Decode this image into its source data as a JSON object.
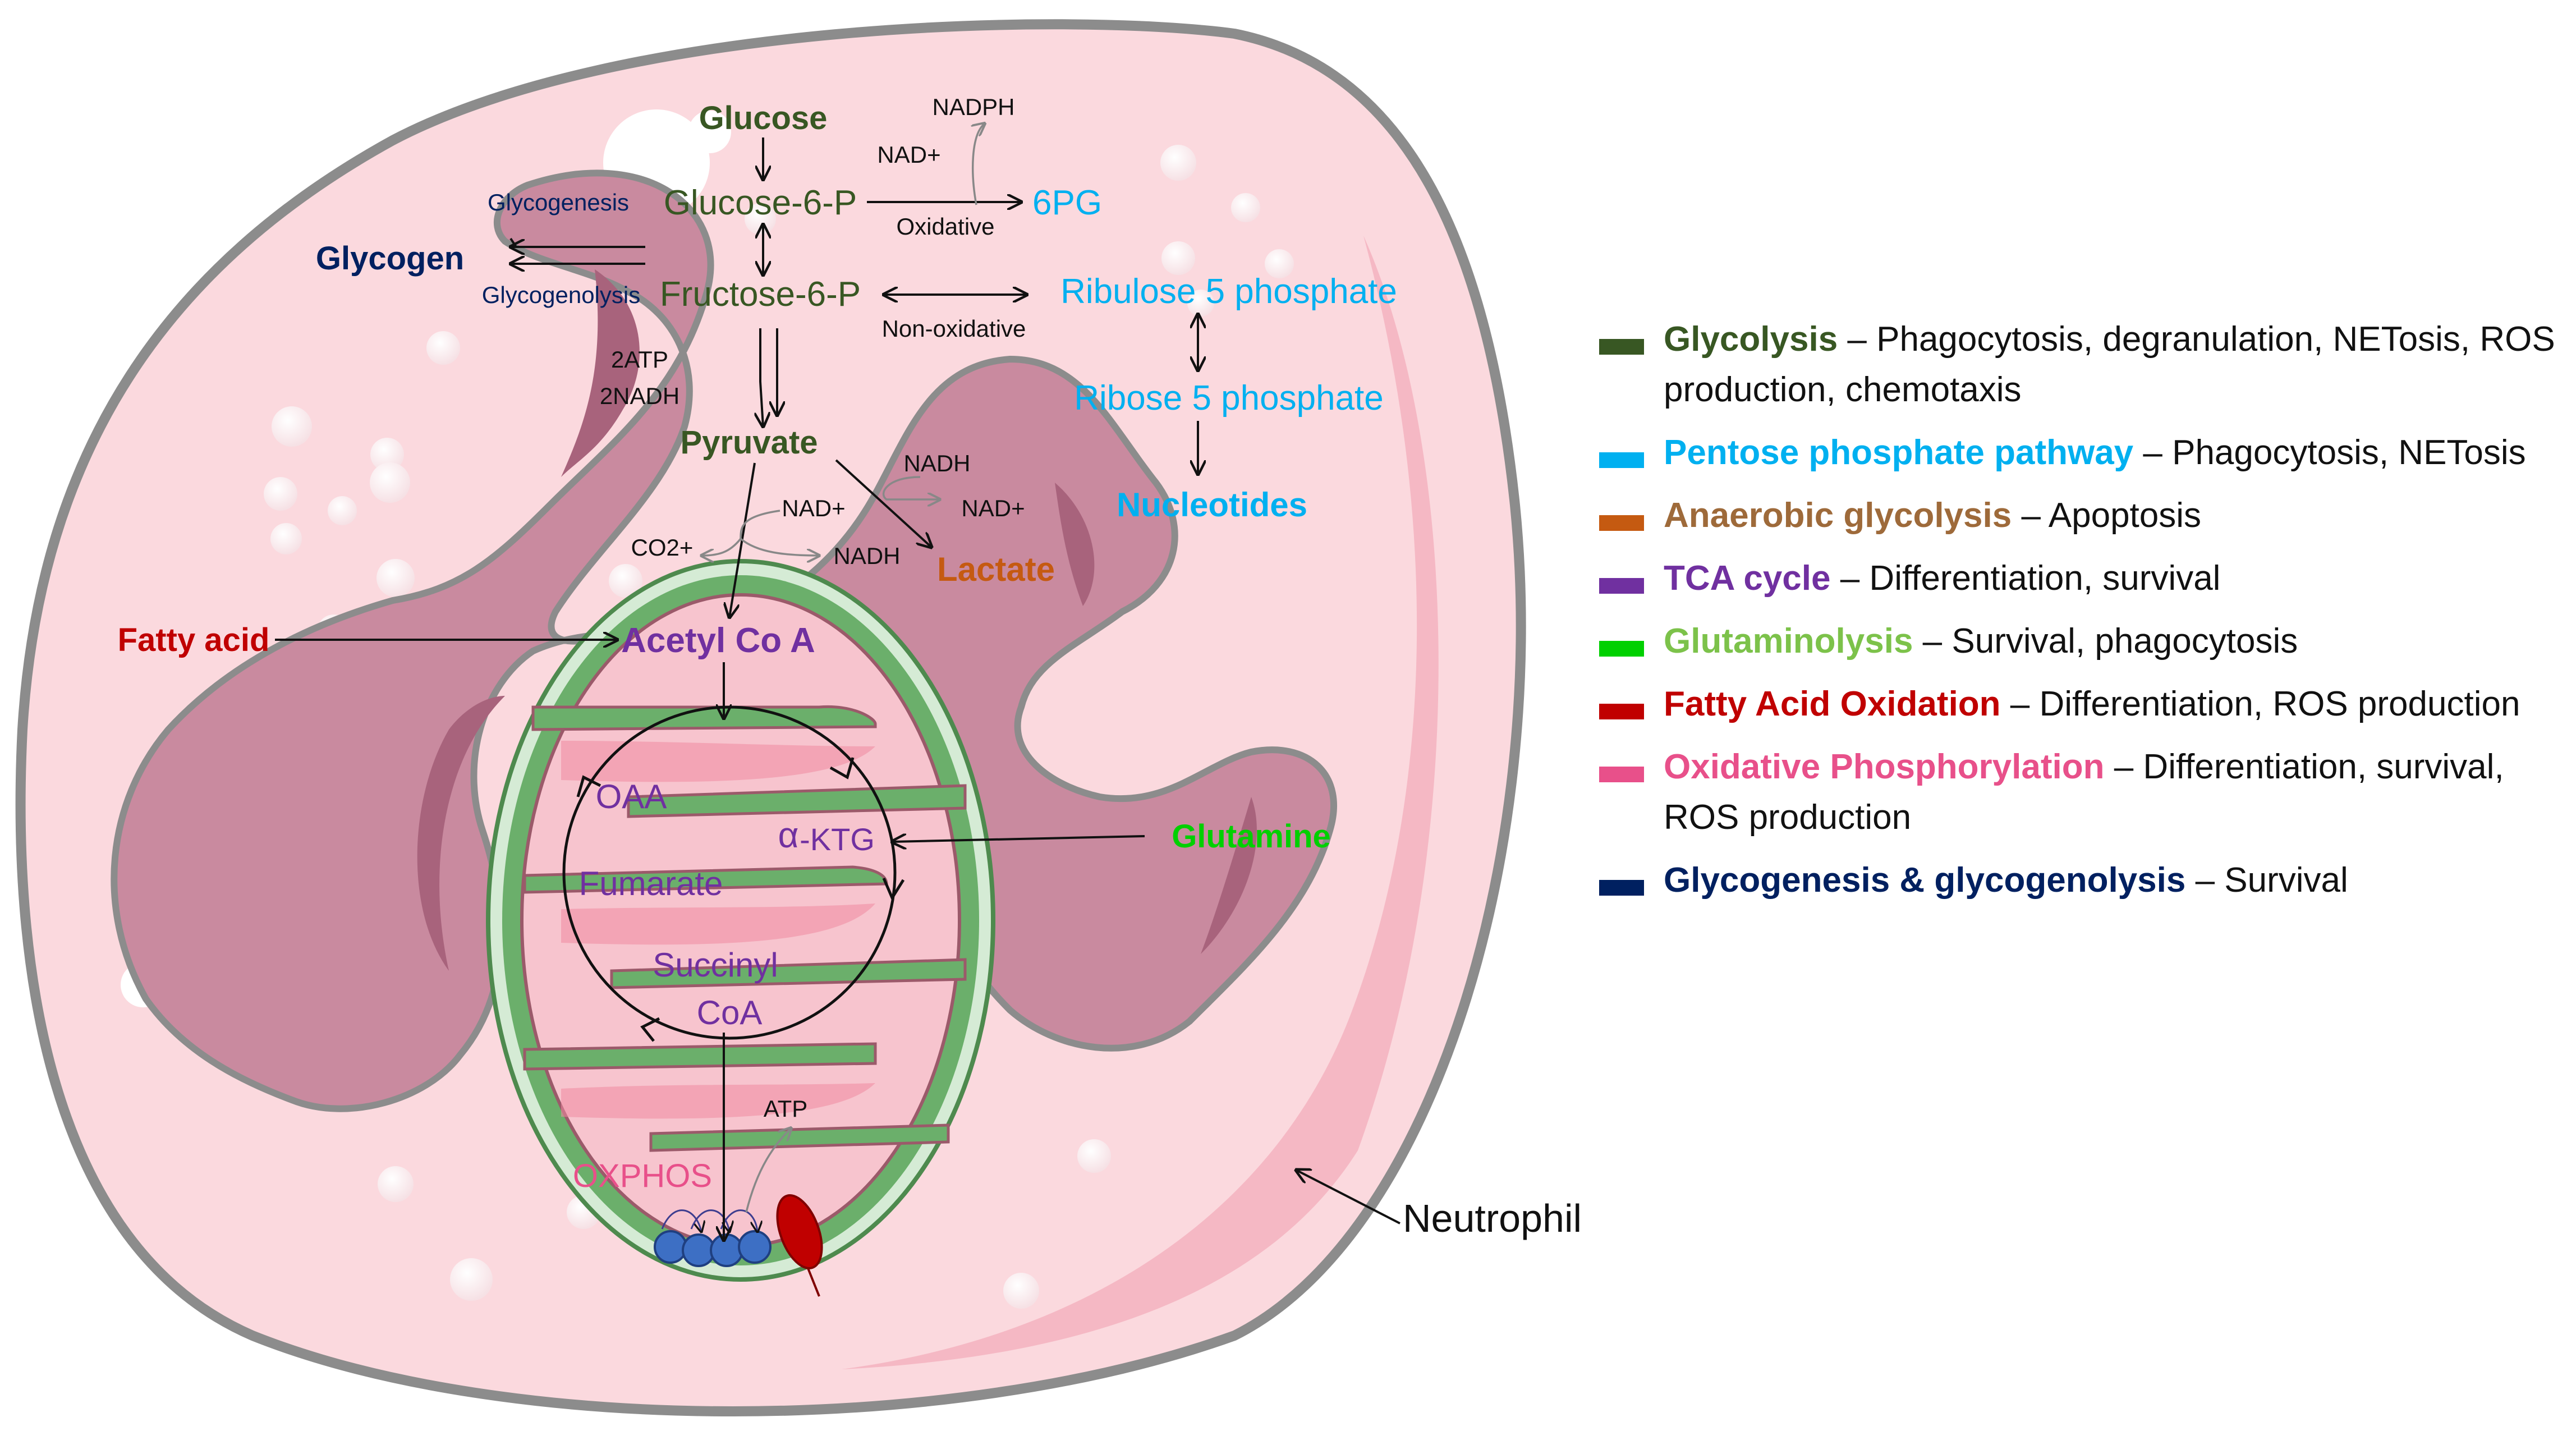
{
  "colors": {
    "glycolysis": "#385723",
    "ppp": "#00B0F0",
    "anaerobic": "#C55A11",
    "anaerobic_text": "#9E6A3A",
    "tca": "#7030A0",
    "glutaminolysis": "#00D000",
    "glutaminolysis_text": "#7CC24A",
    "fao": "#C00000",
    "oxphos": "#E8508A",
    "glycogen": "#002060",
    "cell_fill": "#FBD9DE",
    "cell_stroke": "#8C8C8C",
    "nucleus": "#C98A9F",
    "mito_outer": "#6BAF6B",
    "mito_inner": "#F7C4CE"
  },
  "diagram": {
    "glucose": "Glucose",
    "nadph": "NADPH",
    "nad_plus_top": "NAD+",
    "glucose6p": "Glucose-6-P",
    "pg6": "6PG",
    "oxidative": "Oxidative",
    "glycogenesis": "Glycogenesis",
    "glycogen": "Glycogen",
    "glycogenolysis": "Glycogenolysis",
    "fructose6p": "Fructose-6-P",
    "non_oxidative": "Non-oxidative",
    "ribulose5p": "Ribulose 5 phosphate",
    "ribose5p": "Ribose 5 phosphate",
    "atp2": "2ATP",
    "nadh2": "2NADH",
    "pyruvate": "Pyruvate",
    "nucleotides": "Nucleotides",
    "nadh_a": "NADH",
    "nad_plus_a": "NAD+",
    "nad_plus_b": "NAD+",
    "co2": "CO2+",
    "nadh_b": "NADH",
    "lactate": "Lactate",
    "fatty_acid": "Fatty acid",
    "acetyl_coa": "Acetyl Co A",
    "oaa": "OAA",
    "akg_symbol": "α",
    "akg": "-KTG",
    "glutamine": "Glutamine",
    "fumarate": "Fumarate",
    "succinyl": "Succinyl",
    "coa": "CoA",
    "atp": "ATP",
    "oxphos": "OXPHOS",
    "neutrophil": "Neutrophil"
  },
  "legend": [
    {
      "title": "Glycolysis",
      "desc": " – Phagocytosis, degranulation, NETosis, ROS production, chemotaxis",
      "swatch": "#385723",
      "text_color": "#385723"
    },
    {
      "title": "Pentose phosphate pathway",
      "desc": " – Phagocytosis, NETosis",
      "swatch": "#00B0F0",
      "text_color": "#00B0F0"
    },
    {
      "title": "Anaerobic glycolysis",
      "desc": " – Apoptosis",
      "swatch": "#C55A11",
      "text_color": "#9E6A3A"
    },
    {
      "title": "TCA cycle",
      "desc": " – Differentiation, survival",
      "swatch": "#7030A0",
      "text_color": "#7030A0"
    },
    {
      "title": "Glutaminolysis",
      "desc": " – Survival, phagocytosis",
      "swatch": "#00D000",
      "text_color": "#7CC24A"
    },
    {
      "title": "Fatty Acid Oxidation",
      "desc": " – Differentiation, ROS production",
      "swatch": "#C00000",
      "text_color": "#C00000"
    },
    {
      "title": "Oxidative Phosphorylation",
      "desc": " – Differentiation, survival, ROS production",
      "swatch": "#E8508A",
      "text_color": "#E8508A"
    },
    {
      "title": "Glycogenesis & glycogenolysis",
      "desc": " – Survival",
      "swatch": "#002060",
      "text_color": "#002060"
    }
  ]
}
